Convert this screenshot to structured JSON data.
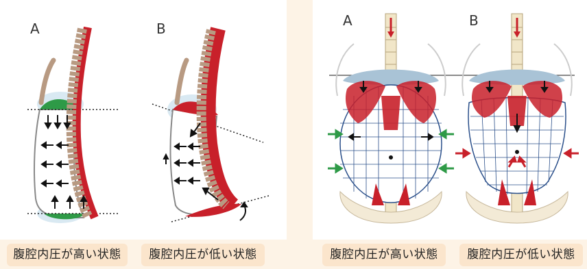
{
  "left": {
    "fig_a_letter": "A",
    "fig_b_letter": "B"
  },
  "right": {
    "fig_a_letter": "A",
    "fig_b_letter": "B"
  },
  "captions": [
    "腹腔内圧が高い状態",
    "腹腔内圧が低い状態",
    "腹腔内圧が高い状態",
    "腹腔内圧が低い状態"
  ],
  "colors": {
    "muscle_red": "#c8202a",
    "diaphragm_green": "#2e9a47",
    "spine_tan": "#b89a82",
    "grid_blue": "#2a4f8a",
    "caption_bg": "#fbe5cc",
    "page_bg": "#fdf3e6"
  }
}
